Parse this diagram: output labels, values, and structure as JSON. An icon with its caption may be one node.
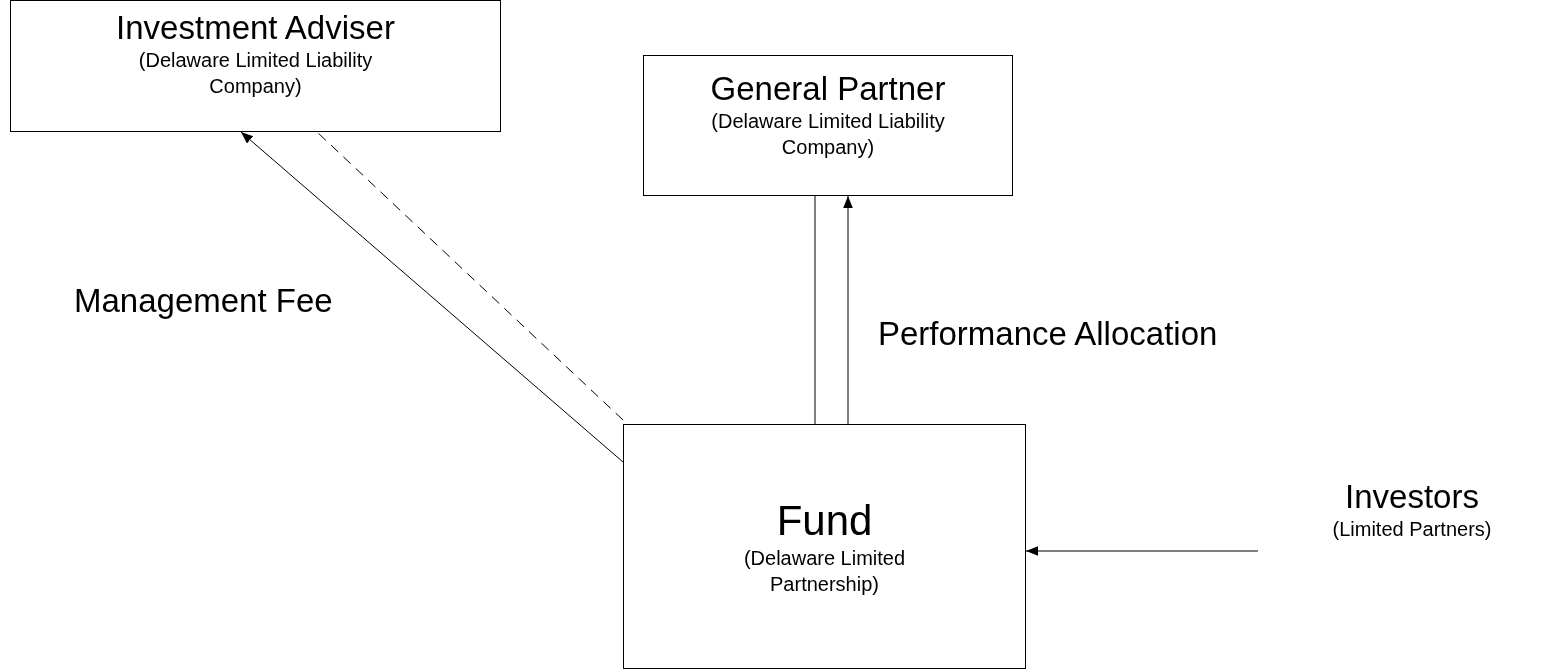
{
  "diagram": {
    "nodes": [
      {
        "text": [
          "Investment Adviser",
          "(Delaware Limited Liability Company)"
        ]
      },
      {
        "text": [
          "General Partner",
          "(Delaware Limited Liability Company)"
        ]
      },
      {
        "text": [
          "Fund",
          "(Delaware Limited Partnership)"
        ]
      },
      {
        "text": [
          "Investors",
          "(Limited Partners)"
        ]
      }
    ],
    "edges": [
      {
        "from": 2,
        "to": 0,
        "arrow": "to",
        "label": "Management Fee"
      },
      {
        "from": 2,
        "to": 0,
        "arrow": "none",
        "style": "dashed"
      },
      {
        "from": 2,
        "to": 1,
        "arrow": "none"
      },
      {
        "from": 2,
        "to": 1,
        "arrow": "to",
        "label": "Performance Allocation"
      },
      {
        "from": 3,
        "to": 2,
        "arrow": "to"
      }
    ]
  }
}
